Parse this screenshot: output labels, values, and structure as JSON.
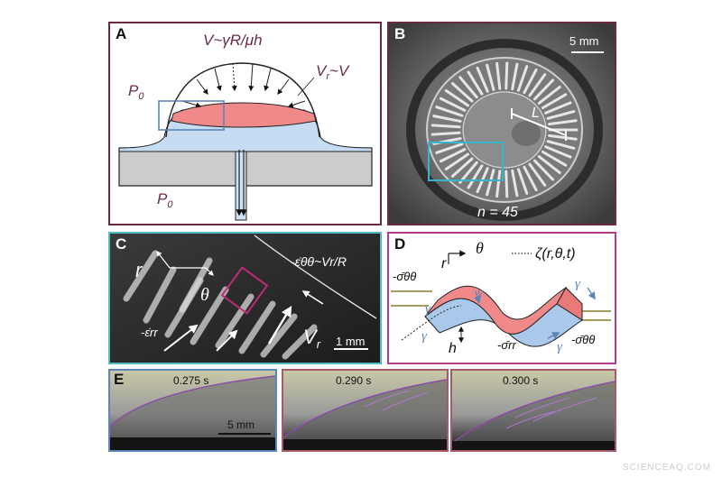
{
  "panel_a": {
    "label": "A",
    "velocity_eq": "V~γR/μh",
    "radial_eq": "V",
    "radial_eq_sub": "r",
    "radial_eq_tail": "~V",
    "pressure_top": "P",
    "pressure_top_sub": "0",
    "pressure_bottom": "P",
    "pressure_bottom_sub": "0"
  },
  "panel_b": {
    "label": "B",
    "scale_bar": "5 mm",
    "length_label": "L",
    "count_label": "n = 45"
  },
  "panel_c": {
    "label": "C",
    "r_label": "r",
    "theta_label": "θ",
    "strain_theta": "-ε̇θθ~Vr/R",
    "strain_rr": "-ε̇rr",
    "vr_label": "V",
    "vr_sub": "r",
    "scale_bar": "1 mm"
  },
  "panel_d": {
    "label": "D",
    "theta_label": "θ",
    "r_label": "r",
    "zeta_label": "ζ(r,θ,t)",
    "sigma_theta_top": "-σ̄θθ",
    "sigma_theta_bottom": "-σ̄θθ",
    "sigma_rr": "-σ̄rr",
    "gamma_labels": [
      "γ",
      "γ",
      "γ",
      "γ",
      "γ"
    ],
    "h_label": "h"
  },
  "panel_e": {
    "label": "E",
    "frames": [
      {
        "time": "0.275 s"
      },
      {
        "time": "0.290 s"
      },
      {
        "time": "0.300 s"
      }
    ],
    "scale_bar": "5 mm"
  },
  "watermark": "SCIENCEAQ.COM",
  "colors": {
    "panel_border": "#6a2c3c",
    "panel_c_border": "#56b9c8",
    "panel_d_border": "#b43c8c",
    "film_pink": "#f08a8a",
    "fluid_blue": "#c6dcf2",
    "substrate_grey": "#cccccc",
    "highlight_cyan": "#3ab4cc",
    "highlight_magenta": "#c02a7a"
  }
}
